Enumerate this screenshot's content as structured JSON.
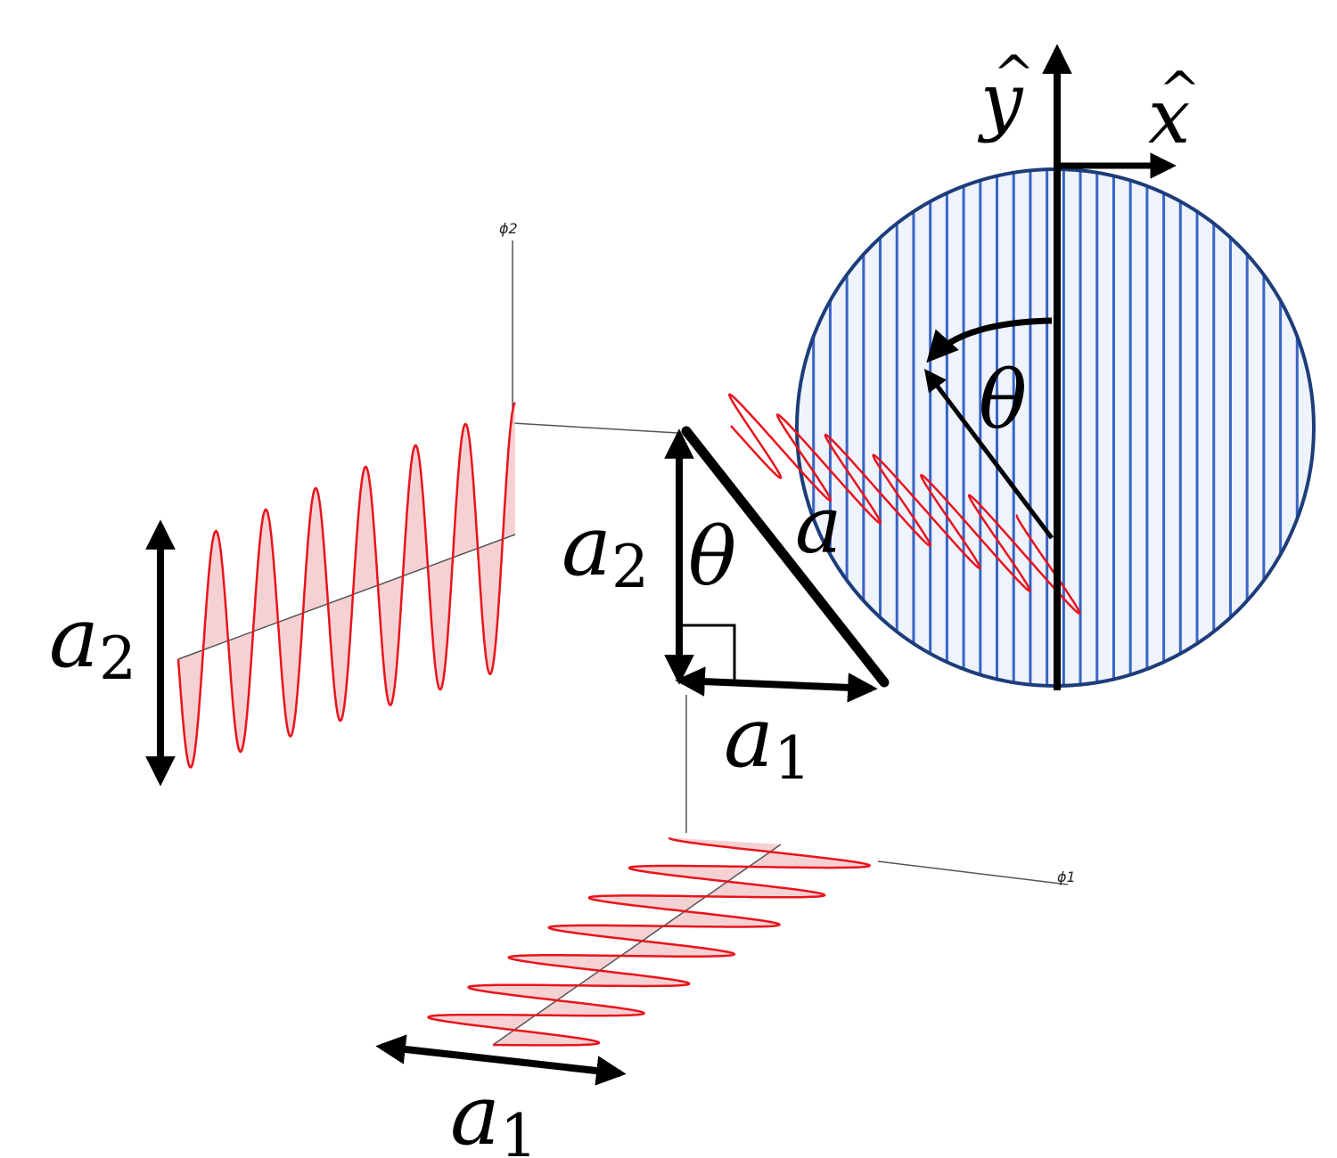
{
  "labels": {
    "y_axis": "y",
    "x_axis": "x",
    "theta_circle": "θ",
    "theta_triangle": "θ",
    "a_hypotenuse": "a",
    "a2_triangle": "a",
    "a2_triangle_sub": "2",
    "a1_triangle": "a",
    "a1_triangle_sub": "1",
    "a2_left": "a",
    "a2_left_sub": "2",
    "a1_bottom": "a",
    "a1_bottom_sub": "1",
    "phi2": "ϕ2",
    "phi1": "ϕ1"
  },
  "colors": {
    "wave_red": "#e8141c",
    "wave_fill": "#f4c9cb",
    "stripe_blue": "#3a64c4",
    "circle_border": "#1d3d7a",
    "ink": "#000000"
  },
  "polarizer": {
    "stripe_count": 31
  }
}
